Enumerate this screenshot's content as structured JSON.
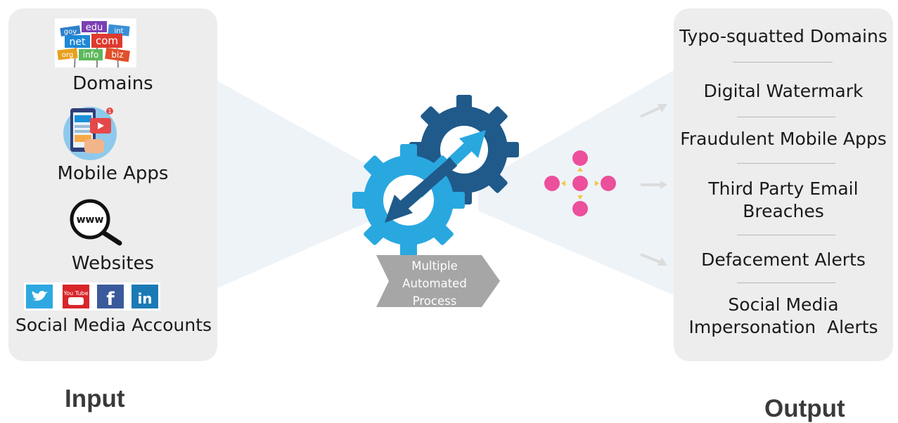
{
  "input": {
    "items": [
      {
        "label": "Domains",
        "icon": "domain-signs-icon",
        "sign_words": [
          "gov",
          "edu",
          "int",
          "net",
          "com",
          "org",
          "info",
          "biz"
        ]
      },
      {
        "label": "Mobile Apps",
        "icon": "mobile-apps-icon"
      },
      {
        "label": "Websites",
        "icon": "www-magnifier-icon",
        "icon_text": "www"
      },
      {
        "label": "Social Media Accounts",
        "icon": "social-media-icons",
        "social_icons": [
          "twitter-icon",
          "youtube-icon",
          "facebook-icon",
          "linkedin-icon"
        ],
        "youtube_text": "You Tube",
        "facebook_text": "f",
        "linkedin_text": "in"
      }
    ],
    "caption": "Input"
  },
  "process": {
    "lines": [
      "Multiple",
      "Automated",
      "Process"
    ],
    "icon": "gear-arrows-icon"
  },
  "output": {
    "items": [
      {
        "lines": [
          "Typo-squatted Domains"
        ]
      },
      {
        "lines": [
          "Digital Watermark"
        ]
      },
      {
        "lines": [
          "Fraudulent Mobile Apps"
        ]
      },
      {
        "lines": [
          "Third Party Email",
          "Breaches"
        ]
      },
      {
        "lines": [
          "Defacement Alerts"
        ]
      },
      {
        "lines": [
          "Social Media",
          "Impersonation  Alerts"
        ]
      }
    ],
    "caption": "Output"
  },
  "colors": {
    "panel": "#ededed",
    "gear_light": "#29a8e0",
    "gear_dark": "#1f5a8a",
    "chevron": "#a6a6a6",
    "node_pink": "#ec4f9b",
    "node_arrow": "#f5c842",
    "beam": "#eef3f8"
  }
}
